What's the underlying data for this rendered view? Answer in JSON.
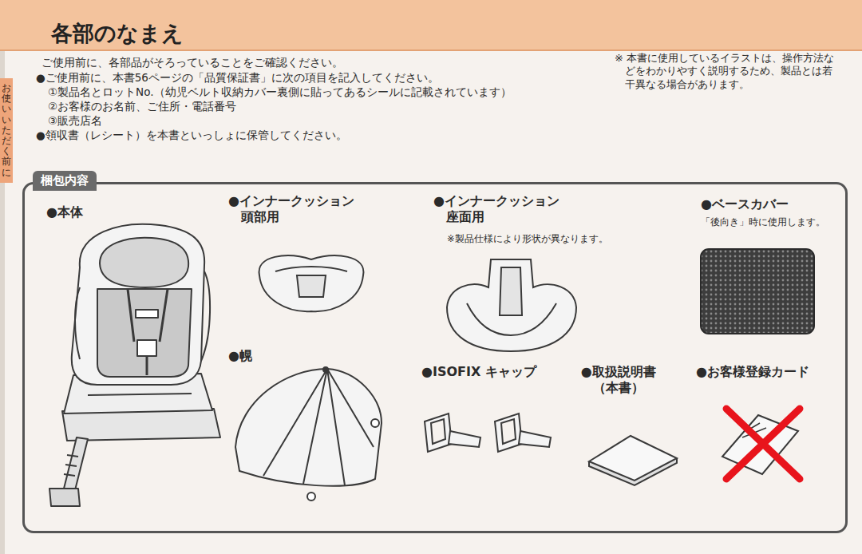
{
  "diagram": {
    "title": "各部のなまえ",
    "nodes": [
      {
        "text": [
          "梱包内容"
        ]
      },
      {
        "text": [
          "お使いいただく前に"
        ]
      }
    ],
    "labels": [
      "ご使用前に、各部品がそろっていることをご確認ください。",
      "●ご使用前に、本書56ページの「品質保証書」に次の項目を記入してください。",
      "①製品名とロットNo.（幼児ベルト収納カバー裏側に貼ってあるシールに記載されています）",
      "②お客様のお名前、ご住所・電話番号",
      "③販売店名",
      "●領収書（レシート）を本書といっしょに保管してください。",
      "※ 本書に使用しているイラストは、操作方法などをわかりやすく説明するため、製品とは若干異なる場合があります。",
      "●本体",
      "●インナークッション 頭部用",
      "●幌",
      "●インナークッション 座面用",
      "※製品仕様により形状が異なります。",
      "●ベースカバー",
      "「後向き」時に使用します。",
      "●ISOFIX キャップ",
      "●取扱説明書 （本書）",
      "●お客様登録カード"
    ]
  }
}
